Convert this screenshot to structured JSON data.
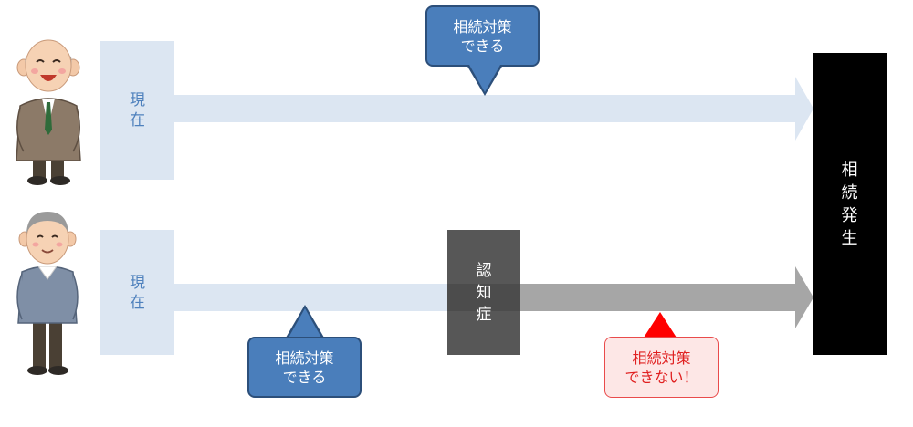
{
  "rows": [
    {
      "now_label": "現\n在"
    },
    {
      "now_label": "現\n在"
    }
  ],
  "callouts": {
    "top_blue": "相続対策\nできる",
    "bottom_blue": "相続対策\nできる",
    "bottom_red": "相続対策\nできない！"
  },
  "dementia_label": "認\n知\n症",
  "inheritance_label": "相\n続\n発\n生",
  "colors": {
    "arrow_light": "#dce6f2",
    "arrow_gray": "#a6a6a6",
    "callout_blue": "#4a7ebb",
    "callout_red_border": "#e94b4b",
    "callout_red_fill": "#fde7e6",
    "red_triangle": "#ff0000"
  },
  "icons": {
    "top_person": "happy-old-man-in-suit-icon",
    "bottom_person": "old-man-in-sweater-icon"
  }
}
